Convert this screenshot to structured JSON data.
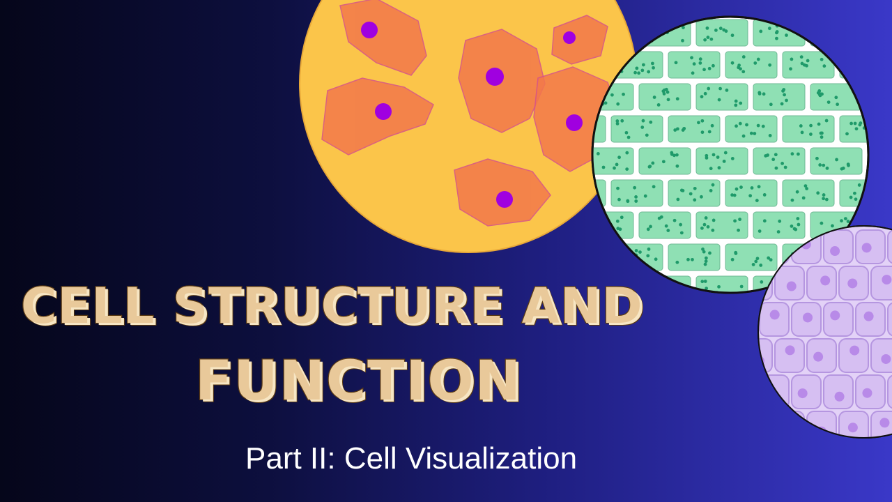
{
  "title": {
    "line1": "Cell Structure and",
    "line2": "Function"
  },
  "subtitle": "Part II: Cell Visualization",
  "colors": {
    "background_left": "#05061a",
    "background_right": "#3a38c8",
    "title_fill": "#e9c99a",
    "title_outline": "#5b3b14",
    "yellow_circle": "#fbc54a",
    "animal_cell": "#f2784a",
    "nucleus": "#a000e0",
    "plant_cell": "#8fe0b4",
    "chloroplast": "#1f9a6a",
    "onion_cell": "#d6bff2",
    "onion_nucleus": "#b88ae8"
  }
}
